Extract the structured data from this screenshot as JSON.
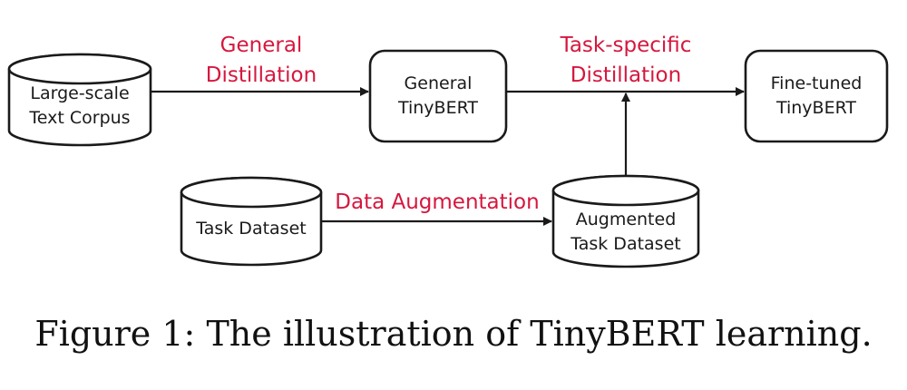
{
  "nodes": {
    "corpus": {
      "lines": [
        "Large-scale",
        "Text Corpus"
      ]
    },
    "general_tinybert": {
      "lines": [
        "General",
        "TinyBERT"
      ]
    },
    "finetuned_tinybert": {
      "lines": [
        "Fine-tuned",
        "TinyBERT"
      ]
    },
    "task_dataset": {
      "lines": [
        "Task Dataset"
      ]
    },
    "augmented_dataset": {
      "lines": [
        "Augmented",
        "Task Dataset"
      ]
    }
  },
  "edges": {
    "general_distillation": {
      "lines": [
        "General",
        "Distillation"
      ]
    },
    "task_specific_distillation": {
      "lines": [
        "Task-specific",
        "Distillation"
      ]
    },
    "data_augmentation": {
      "lines": [
        "Data Augmentation"
      ]
    }
  },
  "colors": {
    "label_accent": "#d6173e",
    "stroke": "#1a1a1a",
    "background": "#ffffff"
  },
  "caption": "Figure 1: The illustration of TinyBERT learning."
}
